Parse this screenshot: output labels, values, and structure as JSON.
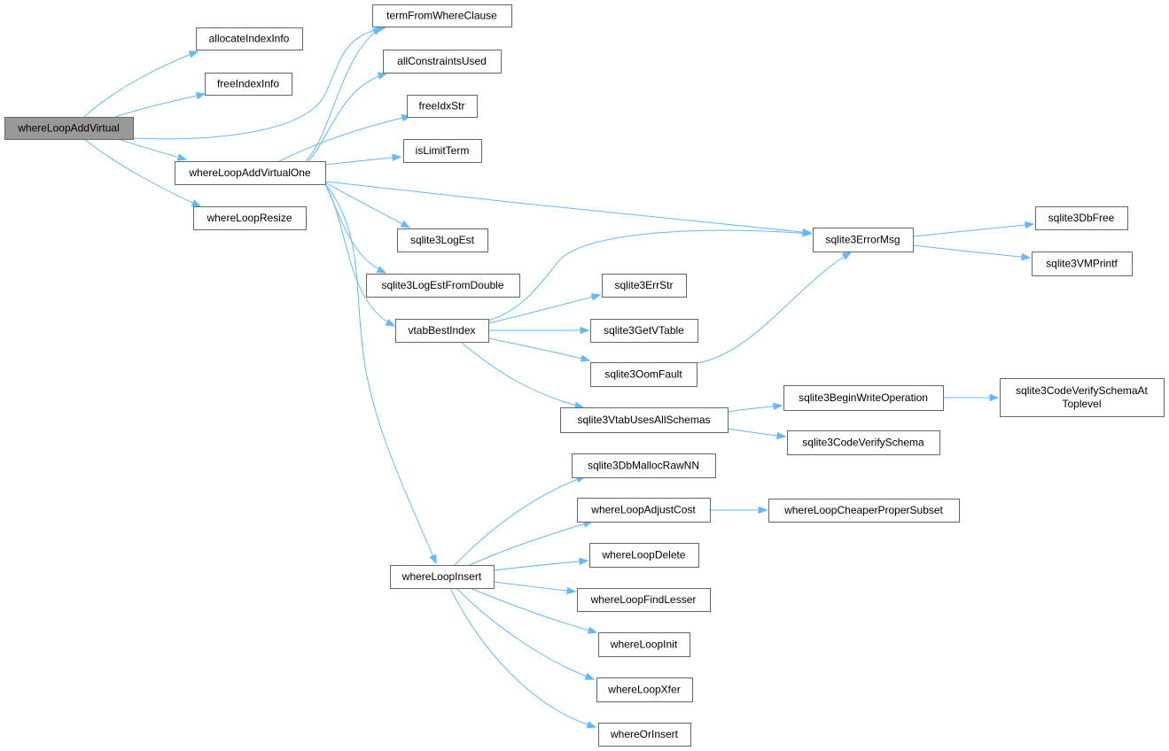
{
  "colors": {
    "edge": "#63b8ff",
    "node_border": "#666666",
    "node_fill": "#ffffff",
    "root_fill": "#999999"
  },
  "nodes": [
    {
      "id": "whereLoopAddVirtual",
      "label": "whereLoopAddVirtual",
      "root": true
    },
    {
      "id": "allocateIndexInfo",
      "label": "allocateIndexInfo"
    },
    {
      "id": "freeIndexInfo",
      "label": "freeIndexInfo"
    },
    {
      "id": "termFromWhereClause",
      "label": "termFromWhereClause"
    },
    {
      "id": "whereLoopAddVirtualOne",
      "label": "whereLoopAddVirtualOne"
    },
    {
      "id": "whereLoopResize",
      "label": "whereLoopResize"
    },
    {
      "id": "allConstraintsUsed",
      "label": "allConstraintsUsed"
    },
    {
      "id": "freeIdxStr",
      "label": "freeIdxStr"
    },
    {
      "id": "isLimitTerm",
      "label": "isLimitTerm"
    },
    {
      "id": "sqlite3LogEst",
      "label": "sqlite3LogEst"
    },
    {
      "id": "sqlite3LogEstFromDouble",
      "label": "sqlite3LogEstFromDouble"
    },
    {
      "id": "vtabBestIndex",
      "label": "vtabBestIndex"
    },
    {
      "id": "whereLoopInsert",
      "label": "whereLoopInsert"
    },
    {
      "id": "sqlite3ErrorMsg",
      "label": "sqlite3ErrorMsg"
    },
    {
      "id": "sqlite3DbFree",
      "label": "sqlite3DbFree"
    },
    {
      "id": "sqlite3VMPrintf",
      "label": "sqlite3VMPrintf"
    },
    {
      "id": "sqlite3ErrStr",
      "label": "sqlite3ErrStr"
    },
    {
      "id": "sqlite3GetVTable",
      "label": "sqlite3GetVTable"
    },
    {
      "id": "sqlite3OomFault",
      "label": "sqlite3OomFault"
    },
    {
      "id": "sqlite3VtabUsesAllSchemas",
      "label": "sqlite3VtabUsesAllSchemas"
    },
    {
      "id": "sqlite3BeginWriteOperation",
      "label": "sqlite3BeginWriteOperation"
    },
    {
      "id": "sqlite3CodeVerifySchemaAtToplevel",
      "label": [
        "sqlite3CodeVerifySchemaAt",
        "Toplevel"
      ]
    },
    {
      "id": "sqlite3CodeVerifySchema",
      "label": "sqlite3CodeVerifySchema"
    },
    {
      "id": "sqlite3DbMallocRawNN",
      "label": "sqlite3DbMallocRawNN"
    },
    {
      "id": "whereLoopAdjustCost",
      "label": "whereLoopAdjustCost"
    },
    {
      "id": "whereLoopCheaperProperSubset",
      "label": "whereLoopCheaperProperSubset"
    },
    {
      "id": "whereLoopDelete",
      "label": "whereLoopDelete"
    },
    {
      "id": "whereLoopFindLesser",
      "label": "whereLoopFindLesser"
    },
    {
      "id": "whereLoopInit",
      "label": "whereLoopInit"
    },
    {
      "id": "whereLoopXfer",
      "label": "whereLoopXfer"
    },
    {
      "id": "whereOrInsert",
      "label": "whereOrInsert"
    }
  ],
  "edges": [
    [
      "whereLoopAddVirtual",
      "allocateIndexInfo"
    ],
    [
      "whereLoopAddVirtual",
      "freeIndexInfo"
    ],
    [
      "whereLoopAddVirtual",
      "termFromWhereClause"
    ],
    [
      "whereLoopAddVirtual",
      "whereLoopAddVirtualOne"
    ],
    [
      "whereLoopAddVirtual",
      "whereLoopResize"
    ],
    [
      "whereLoopAddVirtualOne",
      "termFromWhereClause"
    ],
    [
      "whereLoopAddVirtualOne",
      "allConstraintsUsed"
    ],
    [
      "whereLoopAddVirtualOne",
      "freeIdxStr"
    ],
    [
      "whereLoopAddVirtualOne",
      "isLimitTerm"
    ],
    [
      "whereLoopAddVirtualOne",
      "sqlite3ErrorMsg"
    ],
    [
      "whereLoopAddVirtualOne",
      "sqlite3LogEst"
    ],
    [
      "whereLoopAddVirtualOne",
      "sqlite3LogEstFromDouble"
    ],
    [
      "whereLoopAddVirtualOne",
      "vtabBestIndex"
    ],
    [
      "whereLoopAddVirtualOne",
      "whereLoopInsert"
    ],
    [
      "sqlite3ErrorMsg",
      "sqlite3DbFree"
    ],
    [
      "sqlite3ErrorMsg",
      "sqlite3VMPrintf"
    ],
    [
      "vtabBestIndex",
      "sqlite3ErrorMsg"
    ],
    [
      "vtabBestIndex",
      "sqlite3ErrStr"
    ],
    [
      "vtabBestIndex",
      "sqlite3GetVTable"
    ],
    [
      "vtabBestIndex",
      "sqlite3OomFault"
    ],
    [
      "vtabBestIndex",
      "sqlite3VtabUsesAllSchemas"
    ],
    [
      "sqlite3OomFault",
      "sqlite3ErrorMsg"
    ],
    [
      "sqlite3VtabUsesAllSchemas",
      "sqlite3BeginWriteOperation"
    ],
    [
      "sqlite3VtabUsesAllSchemas",
      "sqlite3CodeVerifySchema"
    ],
    [
      "sqlite3BeginWriteOperation",
      "sqlite3CodeVerifySchemaAtToplevel"
    ],
    [
      "whereLoopInsert",
      "sqlite3DbMallocRawNN"
    ],
    [
      "whereLoopInsert",
      "whereLoopAdjustCost"
    ],
    [
      "whereLoopInsert",
      "whereLoopDelete"
    ],
    [
      "whereLoopInsert",
      "whereLoopFindLesser"
    ],
    [
      "whereLoopInsert",
      "whereLoopInit"
    ],
    [
      "whereLoopInsert",
      "whereLoopXfer"
    ],
    [
      "whereLoopInsert",
      "whereOrInsert"
    ],
    [
      "whereLoopAdjustCost",
      "whereLoopCheaperProperSubset"
    ]
  ]
}
